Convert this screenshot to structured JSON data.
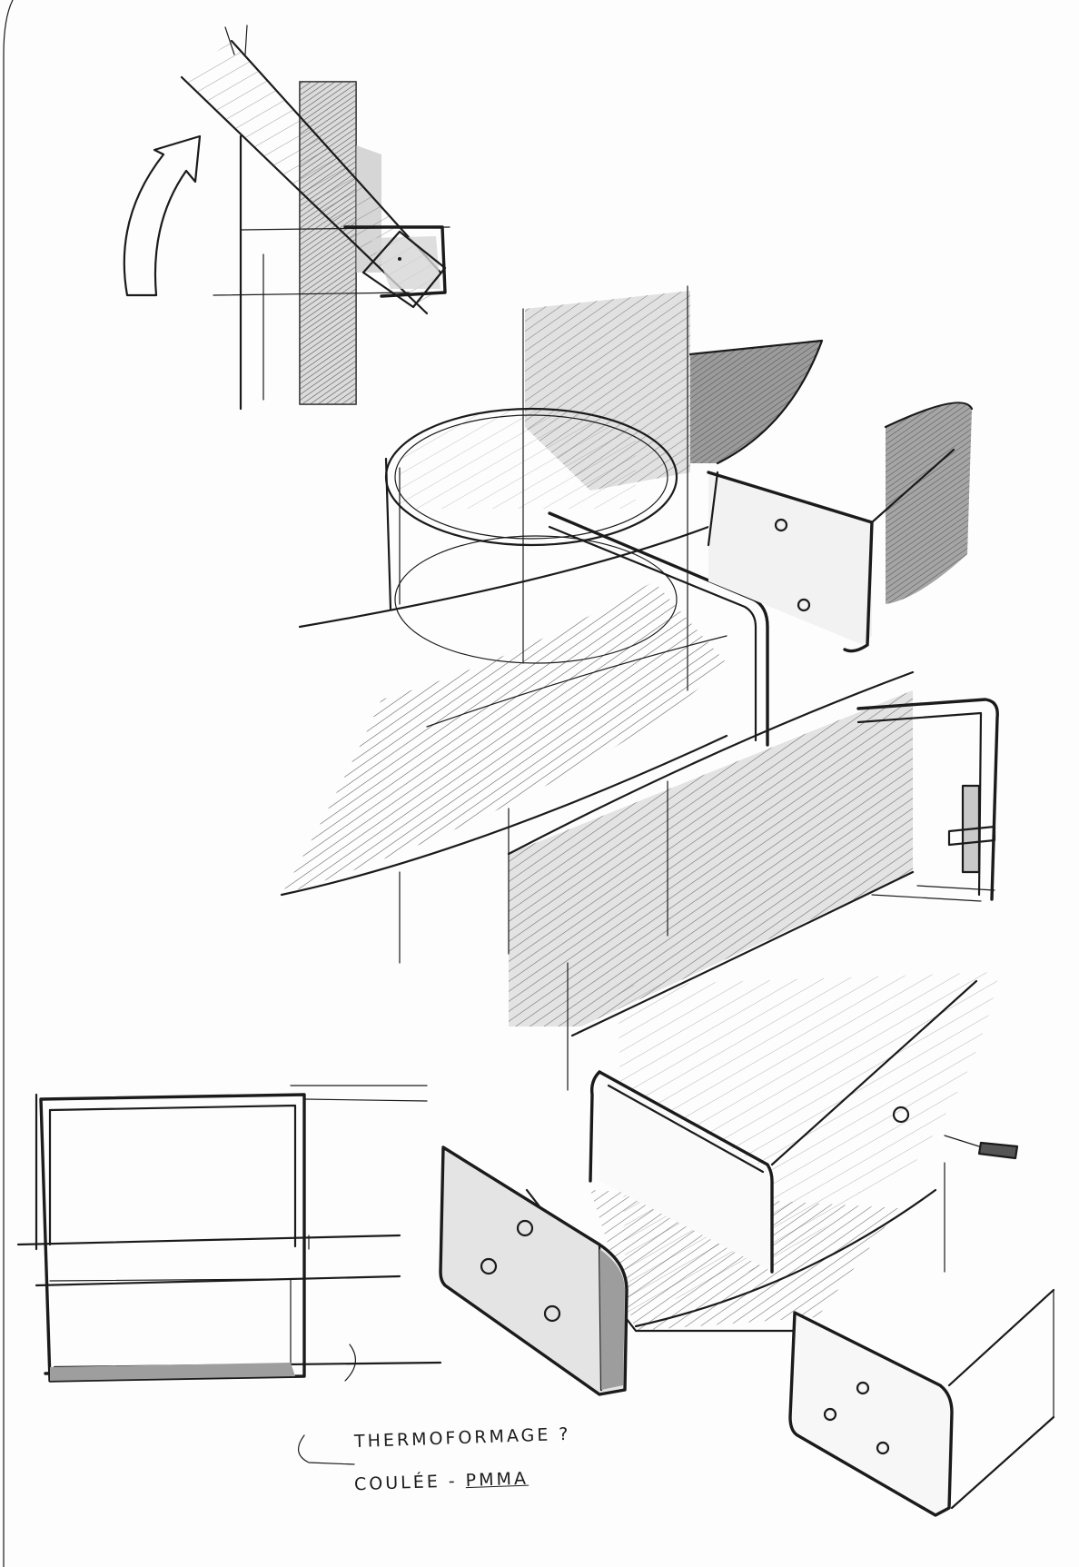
{
  "annotations": {
    "line1": "THERMOFORMAGE ?",
    "line2_prefix": "COULÉE -",
    "line2_material": "PMMA"
  },
  "colors": {
    "ink": "#1b1b1b",
    "shade_light": "#cfcfcf",
    "shade_mid": "#a9a9a9",
    "shade_dark": "#7d7d7d",
    "paper": "#fdfdfd"
  }
}
